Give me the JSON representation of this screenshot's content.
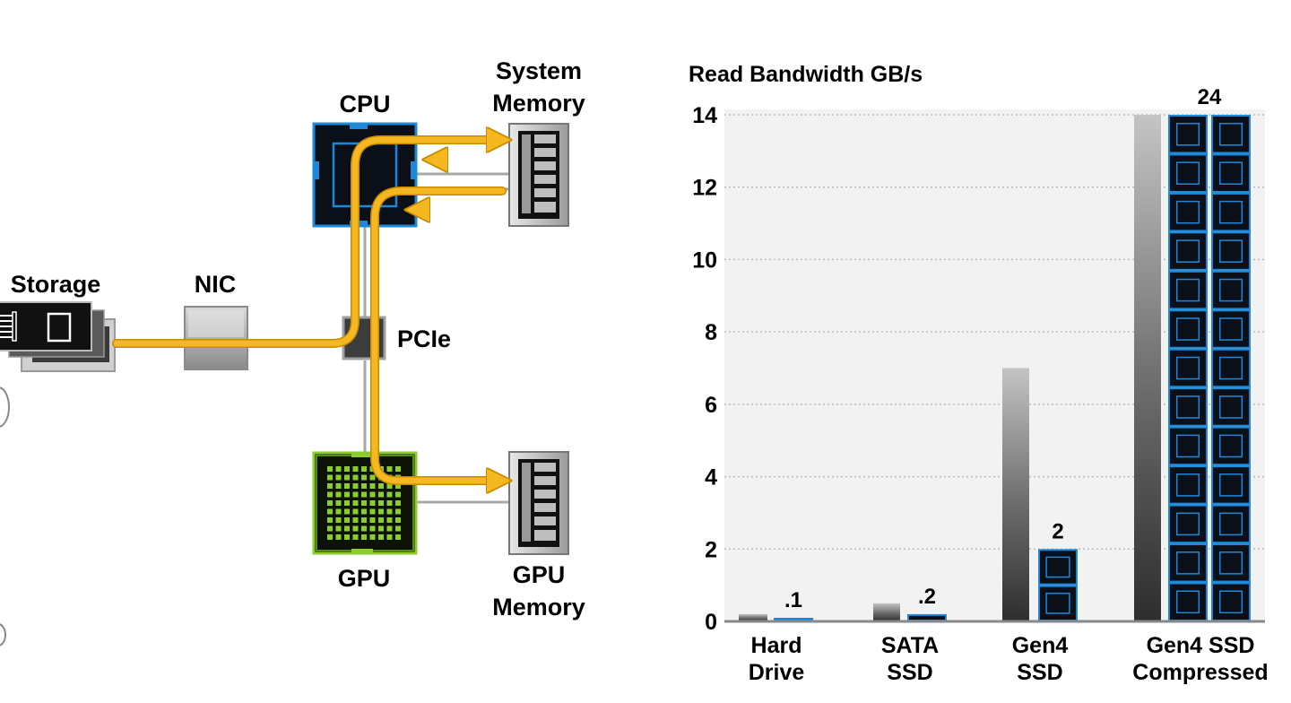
{
  "colors": {
    "flow": "#f5b820",
    "flow_edge": "#c88a00",
    "cpu_blue": "#1e88d8",
    "gpu_green": "#8ccc2c",
    "grid": "#bbbbbb",
    "plot_bg": "#f2f2f2"
  },
  "diagram": {
    "labels": {
      "storage": "Storage",
      "nic": "NIC",
      "pcie": "PCIe",
      "cpu": "CPU",
      "gpu": "GPU",
      "sysmem_line1": "System",
      "sysmem_line2": "Memory",
      "gpumem_line1": "GPU",
      "gpumem_line2": "Memory"
    },
    "icons": {
      "storage": "storage-drive-icon",
      "nic": "nic-card-icon",
      "pcie": "pcie-switch-icon",
      "cpu": "cpu-chip-icon",
      "gpu": "gpu-chip-icon",
      "memory": "memory-module-icon",
      "flow": "data-flow-arrow-icon"
    }
  },
  "chart_data": {
    "type": "bar",
    "title": "Read Bandwidth GB/s",
    "xlabel": "",
    "ylabel": "",
    "ylim": [
      0,
      14
    ],
    "yticks": [
      0,
      2,
      4,
      6,
      8,
      10,
      12,
      14
    ],
    "grid": true,
    "categories": [
      {
        "line1": "Hard",
        "line2": "Drive"
      },
      {
        "line1": "SATA",
        "line2": "SSD"
      },
      {
        "line1": "Gen4",
        "line2": "SSD"
      },
      {
        "line1": "Gen4 SSD",
        "line2": "Compressed"
      }
    ],
    "series": [
      {
        "values": [
          0.2,
          0.5,
          7,
          14
        ],
        "style": "gray-gradient"
      },
      {
        "values": [
          0.1,
          0.2,
          2,
          24
        ],
        "labels": [
          ".1",
          ".2",
          "2",
          "24"
        ],
        "style": "gpu-chip-blocks",
        "display_clip": 14
      }
    ]
  }
}
